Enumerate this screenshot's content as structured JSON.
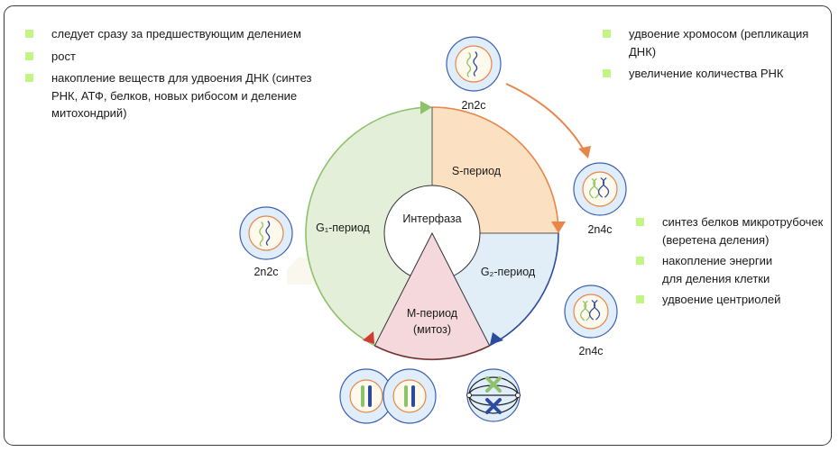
{
  "title": "Клеточный цикл",
  "g1_notes": [
    "следует сразу за предшествующим делением",
    "рост",
    "накопление веществ для удвоения ДНК (синтез РНК, АТФ, белков, новых рибосом и деление митохондрий)"
  ],
  "s_notes": [
    "удвоение хромосом (репликация ДНК)",
    "увеличение количества РНК"
  ],
  "g2_notes": [
    "синтез белков микротрубочек (веретена деления)",
    "накопление энергии для деления клетки",
    "удвоение центриолей"
  ],
  "phases": {
    "g1": {
      "label": "G₁-период",
      "fill": "#e3efd9",
      "stroke": "#8dc26a"
    },
    "s": {
      "label": "S-период",
      "fill": "#fbe0c1",
      "stroke": "#e8864a"
    },
    "g2": {
      "label": "G₂-период",
      "fill": "#e1eef8",
      "stroke": "#2c4aa0"
    },
    "m": {
      "label_line1": "М-период",
      "label_line2": "(митоз)",
      "fill": "#f5d8dc",
      "stroke": "#d23a35"
    },
    "interphase": {
      "label": "Интерфаза"
    }
  },
  "cells": [
    {
      "id": "cell-g1",
      "formula": "2n2c"
    },
    {
      "id": "cell-s-start",
      "formula": "2n2c"
    },
    {
      "id": "cell-s-end",
      "formula": "2n4c"
    },
    {
      "id": "cell-g2",
      "formula": "2n4c"
    }
  ],
  "colors": {
    "bullet": "#c2f584",
    "cell_outer": "#dfeefa",
    "cell_outer_stroke": "#3d5fb0",
    "cell_nucleus": "#fdf9ec",
    "cell_nucleus_stroke": "#e8864a",
    "chrom_green": "#8dc26a",
    "chrom_blue": "#2c4aa0"
  }
}
